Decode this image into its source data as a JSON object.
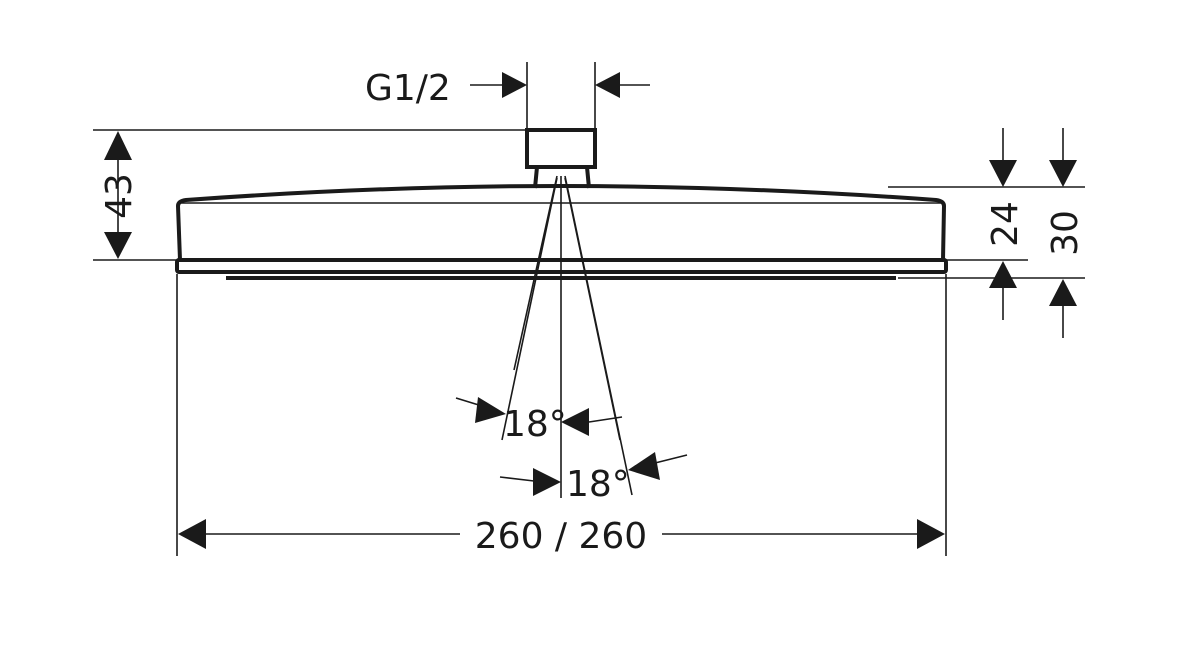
{
  "diagram": {
    "labels": {
      "thread": "G1/2",
      "height_total": "43",
      "body_height": "24",
      "overall_height": "30",
      "angle_inner": "18°",
      "angle_outer": "18°",
      "width": "260 / 260"
    }
  }
}
